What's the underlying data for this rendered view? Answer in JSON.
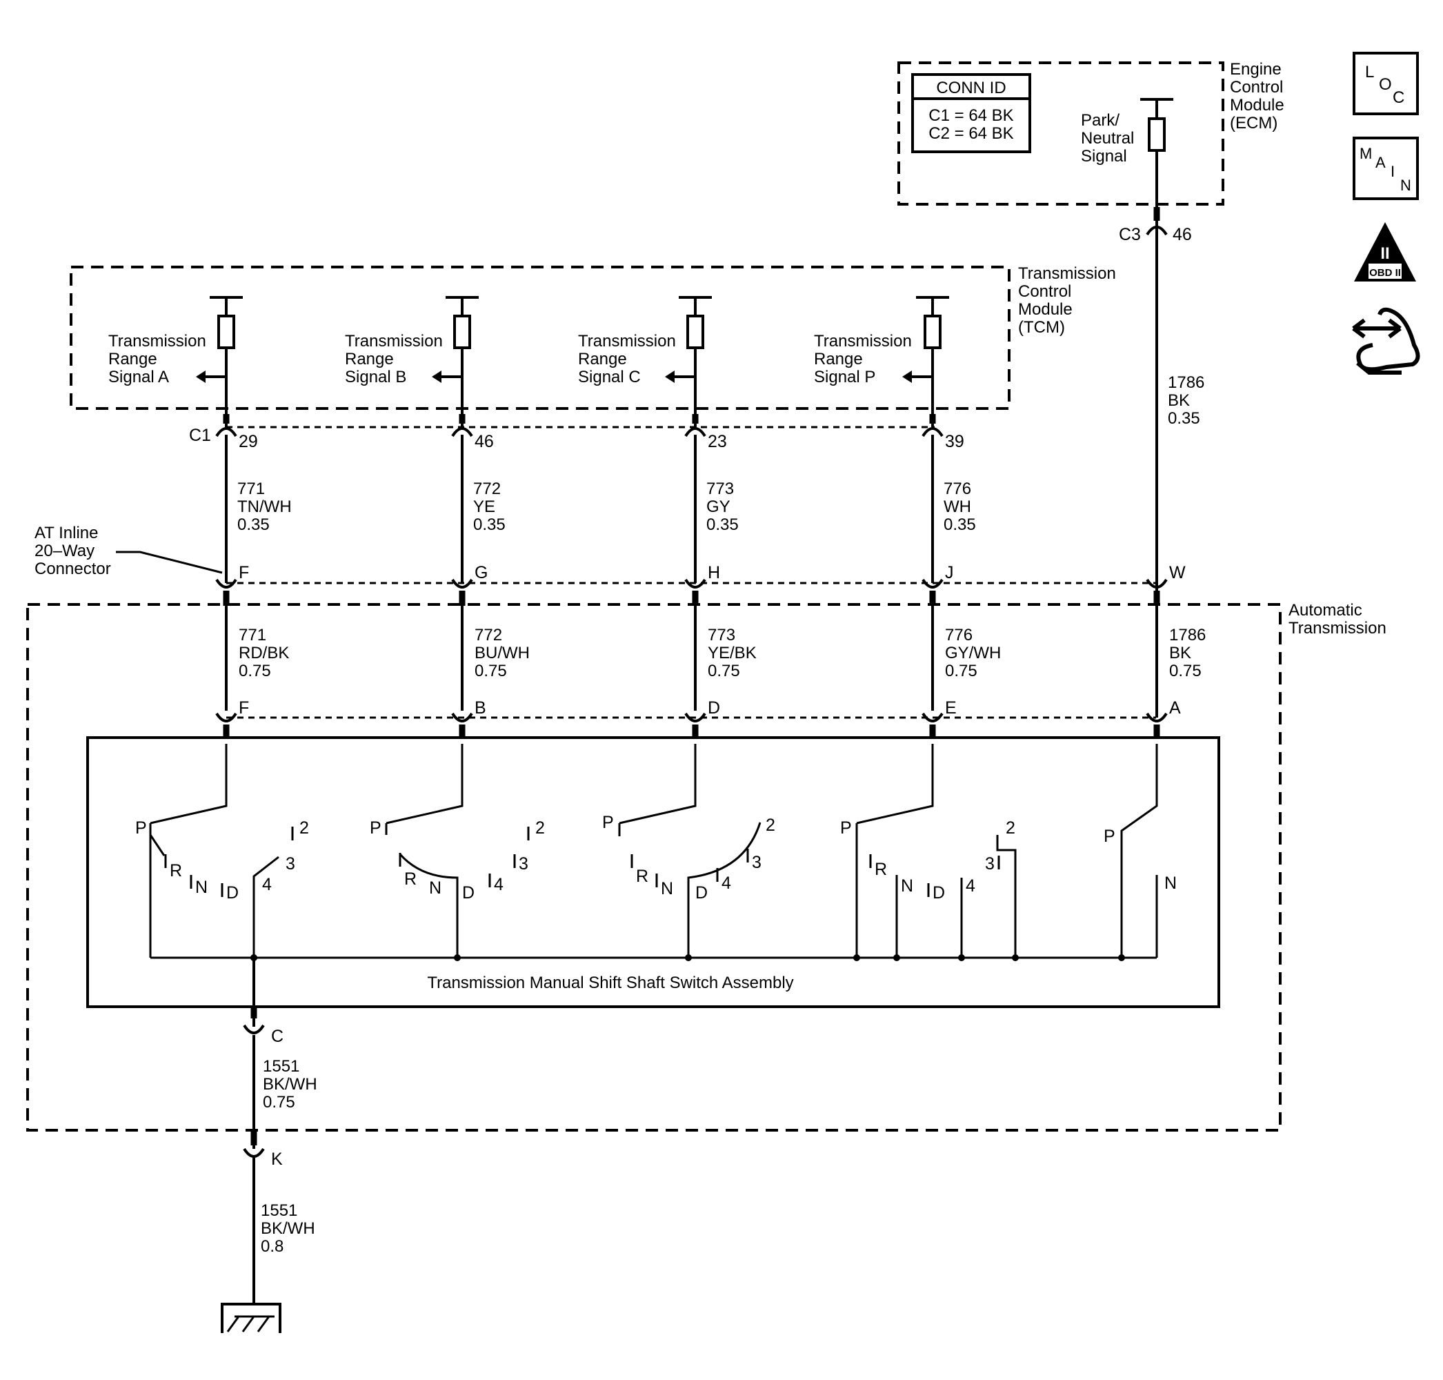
{
  "modules": {
    "ecm": {
      "name": [
        "Engine",
        "Control",
        "Module",
        "(ECM)"
      ]
    },
    "tcm": {
      "name": [
        "Transmission",
        "Control",
        "Module",
        "(TCM)"
      ]
    },
    "at": {
      "name": [
        "Automatic",
        "Transmission"
      ]
    }
  },
  "conn_id": {
    "title": "CONN ID",
    "lines": [
      "C1 = 64 BK",
      "C2 = 64 BK"
    ]
  },
  "park_neutral": {
    "label": [
      "Park/",
      "Neutral",
      "Signal"
    ]
  },
  "c3": {
    "connector": "C3",
    "pin": "46"
  },
  "c1": {
    "connector": "C1"
  },
  "inline_connector": {
    "label": [
      "AT Inline",
      "20–Way",
      "Connector"
    ]
  },
  "circuits": [
    {
      "signal": [
        "Transmission",
        "Range",
        "Signal A"
      ],
      "c1_pin": "29",
      "upper": [
        "771",
        "TN/WH",
        "0.35"
      ],
      "inline_pin": "F",
      "lower": [
        "771",
        "RD/BK",
        "0.75"
      ],
      "switch_pin": "F"
    },
    {
      "signal": [
        "Transmission",
        "Range",
        "Signal B"
      ],
      "c1_pin": "46",
      "upper": [
        "772",
        "YE",
        "0.35"
      ],
      "inline_pin": "G",
      "lower": [
        "772",
        "BU/WH",
        "0.75"
      ],
      "switch_pin": "B"
    },
    {
      "signal": [
        "Transmission",
        "Range",
        "Signal C"
      ],
      "c1_pin": "23",
      "upper": [
        "773",
        "GY",
        "0.35"
      ],
      "inline_pin": "H",
      "lower": [
        "773",
        "YE/BK",
        "0.75"
      ],
      "switch_pin": "D"
    },
    {
      "signal": [
        "Transmission",
        "Range",
        "Signal P"
      ],
      "c1_pin": "39",
      "upper": [
        "776",
        "WH",
        "0.35"
      ],
      "inline_pin": "J",
      "lower": [
        "776",
        "GY/WH",
        "0.75"
      ],
      "switch_pin": "E"
    },
    {
      "signal": [],
      "c1_pin": "",
      "upper": [
        "1786",
        "BK",
        "0.35"
      ],
      "inline_pin": "W",
      "lower": [
        "1786",
        "BK",
        "0.75"
      ],
      "switch_pin": "A"
    }
  ],
  "switch_assembly": {
    "name": "Transmission Manual Shift Shaft Switch Assembly",
    "groups": [
      {
        "labels": [
          "P",
          "R",
          "N",
          "D",
          "4",
          "3",
          "2"
        ]
      },
      {
        "labels": [
          "P",
          "R",
          "N",
          "D",
          "4",
          "3",
          "2"
        ]
      },
      {
        "labels": [
          "P",
          "R",
          "N",
          "D",
          "4",
          "3",
          "2"
        ]
      },
      {
        "labels": [
          "P",
          "R",
          "N",
          "D",
          "4",
          "3",
          "2"
        ]
      },
      {
        "labels": [
          "P",
          "N"
        ]
      }
    ]
  },
  "ground": {
    "pin_c": "C",
    "wire_inside": [
      "1551",
      "BK/WH",
      "0.75"
    ],
    "pin_k": "K",
    "wire_outside": [
      "1551",
      "BK/WH",
      "0.8"
    ]
  },
  "icons": {
    "loc": [
      "L",
      "O",
      "C"
    ],
    "main": [
      "M",
      "A",
      "I",
      "N"
    ],
    "obd": {
      "roman": "II",
      "text": "OBD II"
    },
    "service": "service-hand-icon"
  }
}
